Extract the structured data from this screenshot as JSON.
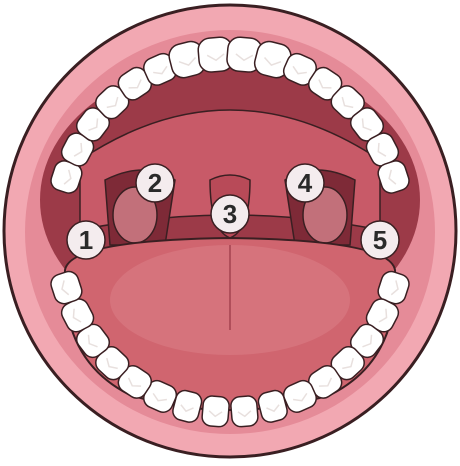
{
  "labels": [
    {
      "text": "1"
    },
    {
      "text": "2"
    },
    {
      "text": "3"
    },
    {
      "text": "4"
    },
    {
      "text": "5"
    }
  ],
  "colors": {
    "lip": "#f2a8b2",
    "lip_outline": "#3a1f22",
    "gum": "#e58b98",
    "throat_dark": "#9c3a48",
    "palate": "#c85a68",
    "tongue": "#d0656f",
    "tongue_light": "#db7d86",
    "uvula": "#b84a58",
    "tonsil": "#c2707a",
    "tooth": "#ffffff",
    "tooth_shade": "#e8e0de",
    "badge_fill": "#f4ecee",
    "badge_text": "#2a2a2a"
  }
}
